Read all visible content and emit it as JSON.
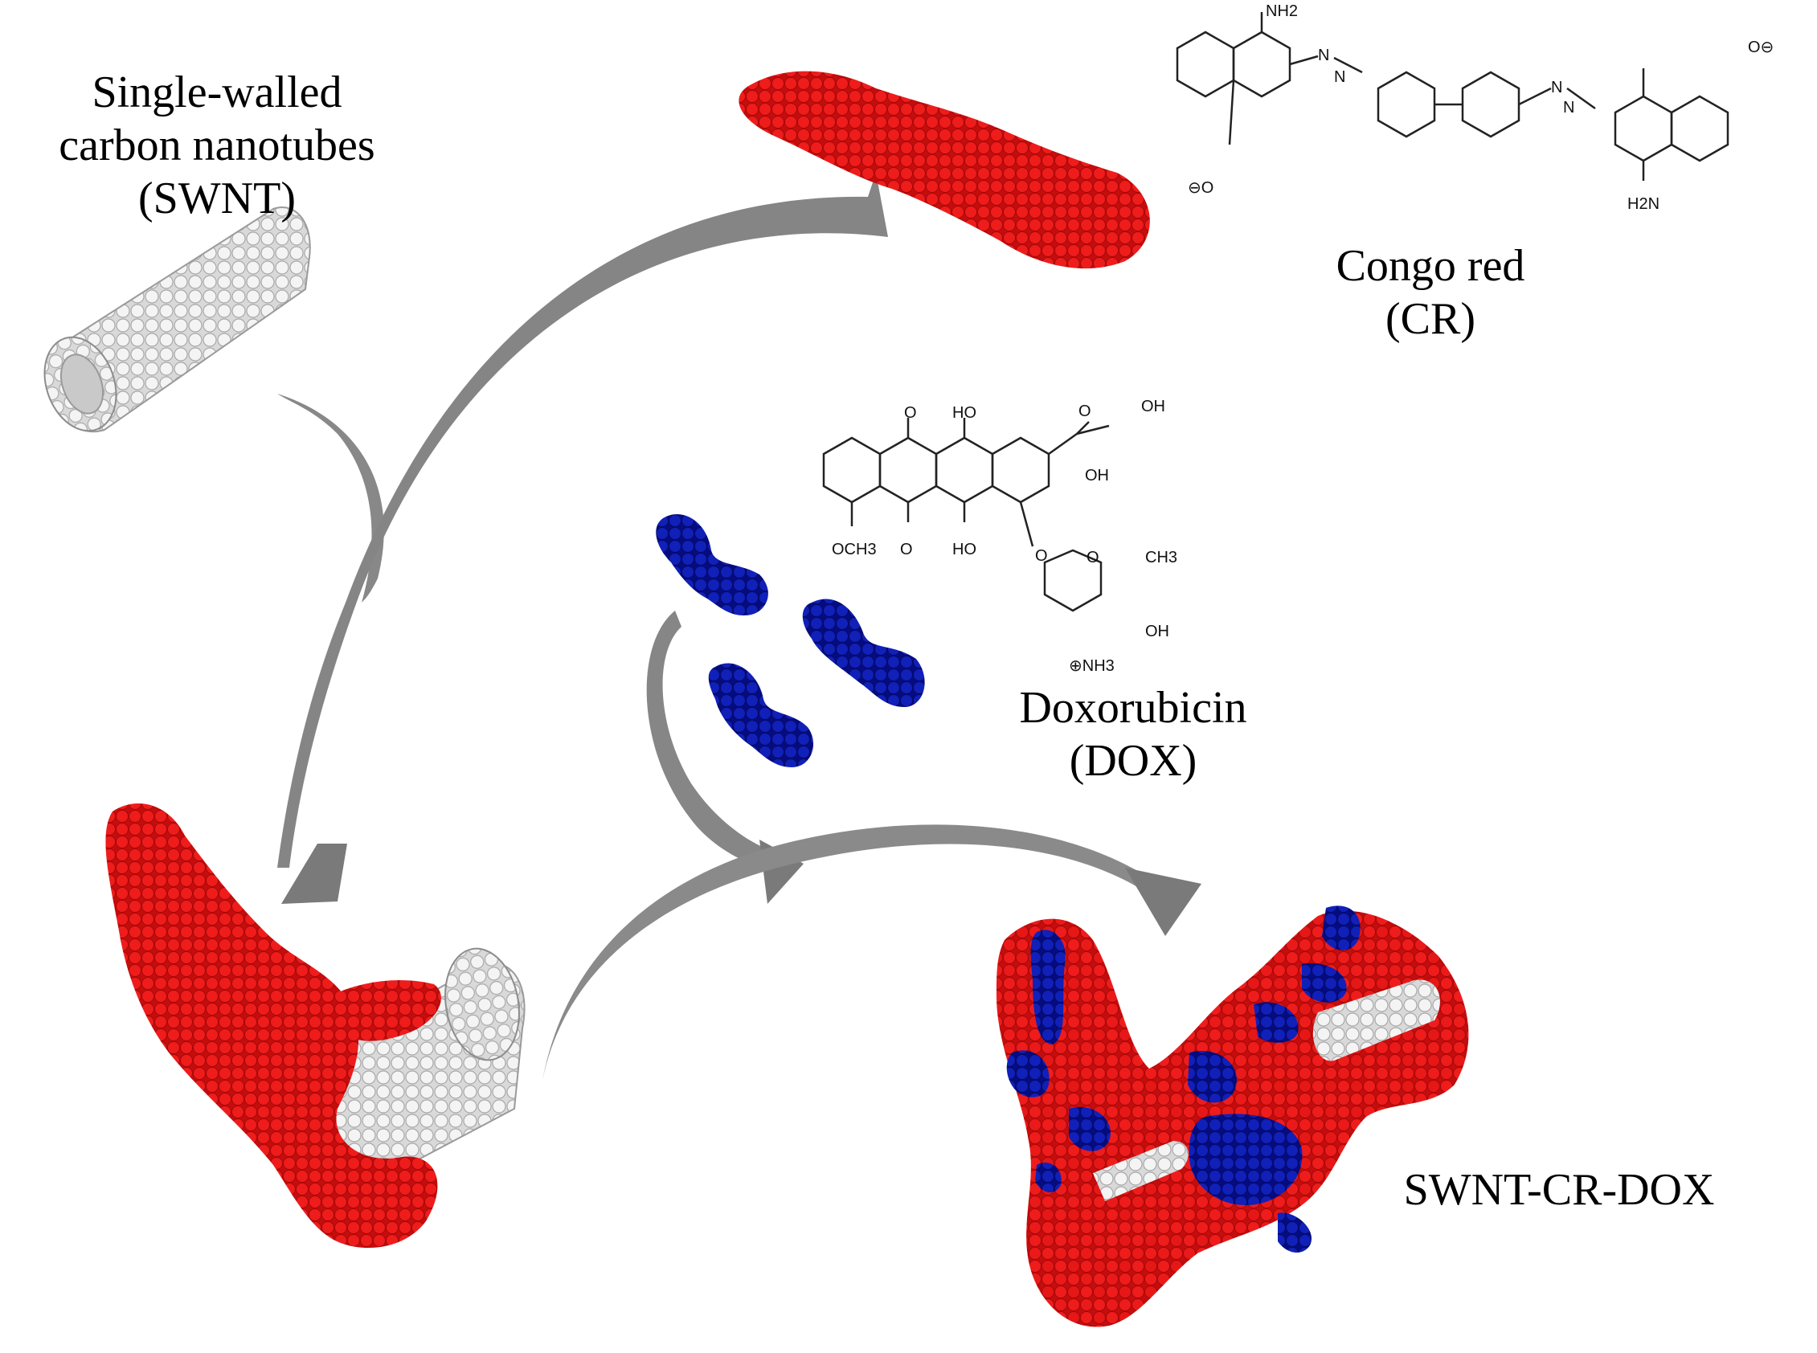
{
  "labels": {
    "swnt": [
      "Single-walled",
      "carbon nanotubes",
      "(SWNT)"
    ],
    "congo_red": [
      "Congo red",
      "(CR)"
    ],
    "doxorubicin": [
      "Doxorubicin",
      "(DOX)"
    ],
    "complex": "SWNT-CR-DOX"
  },
  "chem_labels": {
    "cr_nh2_top": "NH2",
    "cr_h2n_bottom": "H2N",
    "cr_sulfonate_left": "⊖O",
    "cr_sulfonate_right": "O⊖",
    "cr_n": "N",
    "dox_o_top": "O",
    "dox_ho_top": "HO",
    "dox_oh_top": "OH",
    "dox_o_ketone": "O",
    "dox_oh_mid": "OH",
    "dox_och3": "OCH3",
    "dox_o_bottom": "O",
    "dox_ho_bottom": "HO",
    "dox_ring_o": "O",
    "dox_o_link": "O",
    "dox_ch3": "CH3",
    "dox_oh_sugar": "OH",
    "dox_nh3": "⊕NH3"
  },
  "colors": {
    "congo_red": "#e31414",
    "doxorubicin": "#0a12a8",
    "nanotube": "#e8e8e8",
    "arrow": "#808080"
  }
}
